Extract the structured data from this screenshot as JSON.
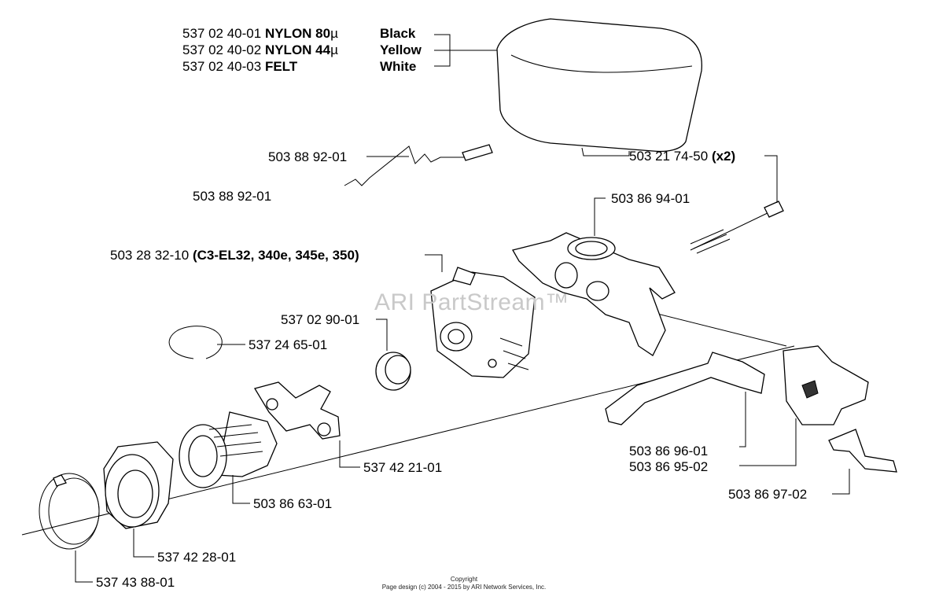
{
  "filter_options": [
    {
      "part_number": "537 02 40-01",
      "material": "NYLON 80",
      "unit": "µ",
      "color": "Black"
    },
    {
      "part_number": "537 02 40-02",
      "material": "NYLON 44",
      "unit": "µ",
      "color": "Yellow"
    },
    {
      "part_number": "537 02 40-03",
      "material": "FELT",
      "unit": "",
      "color": "White"
    }
  ],
  "callouts": {
    "wire_a": "503 88 92-01",
    "wire_b": "503 88 92-01",
    "bolt": "503 21 74-50",
    "bolt_qty": "(x2)",
    "holder": "503 86 94-01",
    "carburetor": "503 28 32-10",
    "carburetor_models": "(C3-EL32, 340e, 345e, 350)",
    "gasket": "537 02 90-01",
    "snap_ring": "537 24 65-01",
    "bracket": "537 42 21-01",
    "lever_a": "503 86 96-01",
    "lever_b": "503 86 95-02",
    "spring_plate": "503 86 97-02",
    "intake_boot": "503 86 63-01",
    "flange": "537 42 28-01",
    "clamp": "537 43 88-01"
  },
  "watermark": "ARI PartStream™",
  "copyright": {
    "line1": "Copyright",
    "line2": "Page design (c) 2004 - 2015 by ARI Network Services, Inc."
  }
}
